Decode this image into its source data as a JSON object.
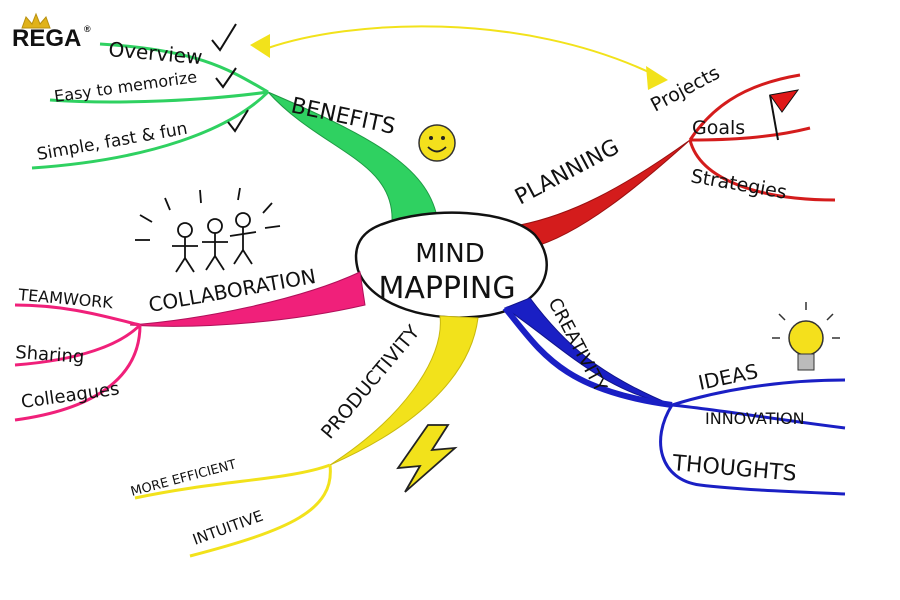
{
  "logo": {
    "text": "REGA",
    "mark": "®",
    "color": "#2c8a3a",
    "crown_color": "#e0b21a"
  },
  "center": {
    "line1": "MIND",
    "line2": "MAPPING"
  },
  "branches": {
    "benefits": {
      "label": "BENEFITS",
      "color": "#2fd161",
      "items": [
        "Overview",
        "Easy to memorize",
        "Simple, fast & fun"
      ]
    },
    "planning": {
      "label": "PLANNING",
      "color": "#d41c1c",
      "items": [
        "Projects",
        "Goals",
        "Strategies"
      ]
    },
    "creativity": {
      "label": "CREATIVITY",
      "color": "#1a1fc4",
      "items": [
        "IDEAS",
        "INNOVATION",
        "THOUGHTS"
      ]
    },
    "productivity": {
      "label": "PRODUCTIVITY",
      "color": "#f2e21b",
      "items": [
        "MORE EFFICIENT",
        "INTUITIVE"
      ]
    },
    "collaboration": {
      "label": "COLLABORATION",
      "color": "#f0207a",
      "items": [
        "TEAMWORK",
        "Sharing",
        "Colleagues"
      ]
    }
  },
  "connector_color": "#f2e21b",
  "icons": [
    "smiley-icon",
    "flag-icon",
    "lightbulb-icon",
    "lightning-icon",
    "stick-figures-icon",
    "checkmark-icon"
  ]
}
